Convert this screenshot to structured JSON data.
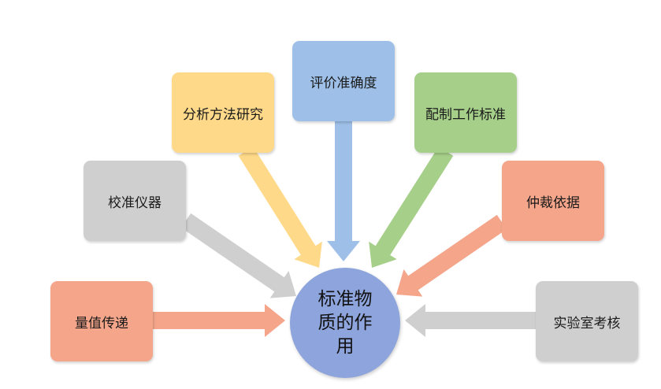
{
  "center": {
    "label": "标准物质的作用",
    "color": "#8ea4dc"
  },
  "nodes": [
    {
      "id": "eval",
      "label": "评价准确度",
      "fill": "#9ec0e8",
      "arrow": "#9ec0e8"
    },
    {
      "id": "method",
      "label": "分析方法研究",
      "fill": "#ffd98a",
      "arrow": "#ffd98a"
    },
    {
      "id": "standard",
      "label": "配制工作标准",
      "fill": "#a6cf8a",
      "arrow": "#a6cf8a"
    },
    {
      "id": "calibrate",
      "label": "校准仪器",
      "fill": "#cfcfcf",
      "arrow": "#cfcfcf"
    },
    {
      "id": "arbitrate",
      "label": "仲裁依据",
      "fill": "#f4a58a",
      "arrow": "#f4a58a"
    },
    {
      "id": "transfer",
      "label": "量值传递",
      "fill": "#f4a58a",
      "arrow": "#f4a58a"
    },
    {
      "id": "lab",
      "label": "实验室考核",
      "fill": "#cfcfcf",
      "arrow": "#cfcfcf"
    }
  ]
}
